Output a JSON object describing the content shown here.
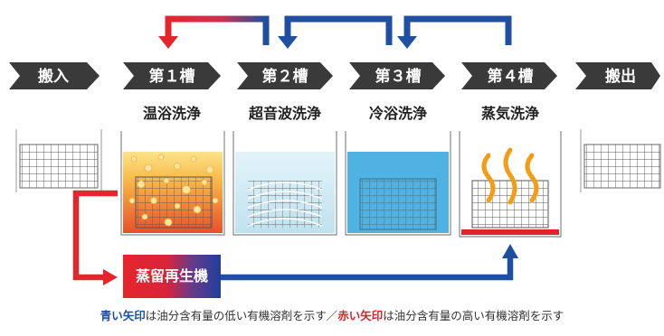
{
  "stages": [
    "搬入",
    "第１槽",
    "第２槽",
    "第３槽",
    "第４槽",
    "搬出"
  ],
  "tank_labels": [
    "温浴洗浄",
    "超音波洗浄",
    "冷浴洗浄",
    "蒸気洗浄"
  ],
  "machine_label": "蒸留再生機",
  "caption": {
    "blue_term": "青い矢印",
    "blue_text": "は油分含有量の低い有機溶剤を示す／",
    "red_term": "赤い矢印",
    "red_text": "は油分含有量の高い有機溶剤を示す"
  },
  "colors": {
    "chevron": "#3a3a3a",
    "blue_arrow": "#1e4fa0",
    "red_arrow": "#e02b2b",
    "warm_bath_top": "#fbd768",
    "warm_bath_bottom": "#e9552a",
    "ultrasonic": "#cde7f1",
    "cold_bath": "#4fb2e3",
    "steam_heater": "#e0242a",
    "steam": "#f39c16"
  }
}
